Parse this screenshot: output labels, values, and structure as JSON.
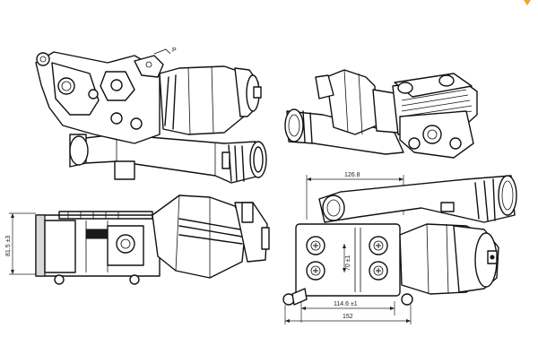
{
  "dimensions": {
    "width_top": "126.8",
    "height_left": "81.5 ±3",
    "hole_spacing": "70 ±1",
    "width_inner": "114.6 ±1",
    "width_total": "152"
  },
  "callout": "P",
  "colors": {
    "line": "#111111",
    "shade": "#d9d9d9",
    "accent": "#f5a623"
  }
}
